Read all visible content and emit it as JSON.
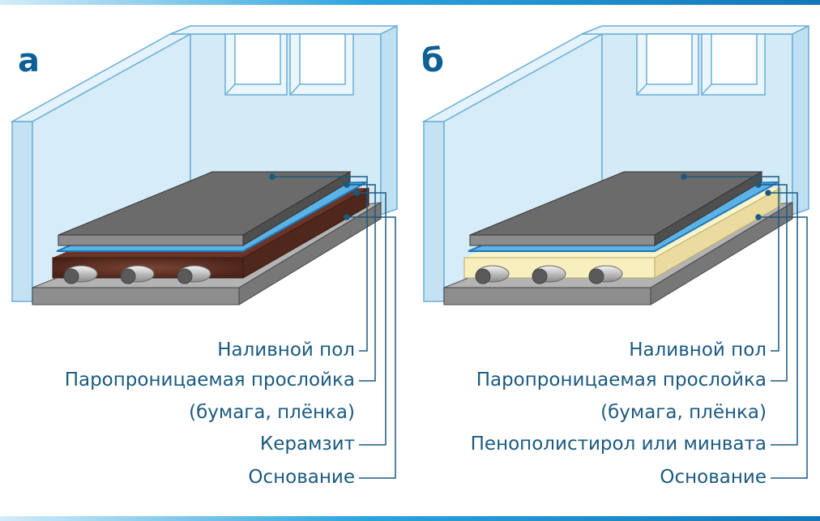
{
  "panels": [
    {
      "letter": "а",
      "labels": {
        "floor": "Наливной пол",
        "vapor1": "Паропроницаемая прослойка",
        "vapor2": "(бумага, плёнка)",
        "insulation": "Керамзит",
        "base": "Основание"
      }
    },
    {
      "letter": "б",
      "labels": {
        "floor": "Наливной пол",
        "vapor1": "Паропроницаемая прослойка",
        "vapor2": "(бумага, плёнка)",
        "insulation": "Пенополистирол или минвата",
        "base": "Основание"
      }
    }
  ],
  "colors": {
    "wall_fill": "#d6ecf8",
    "wall_stroke": "#6aaed6",
    "screed": "#6b6b6b",
    "vapor_film": "#2b8fd0",
    "keramzit": "#5c2f22",
    "polystyrene": "#f8efbe",
    "base": "#9a9a9a",
    "leader_line": "#1a5a80"
  }
}
